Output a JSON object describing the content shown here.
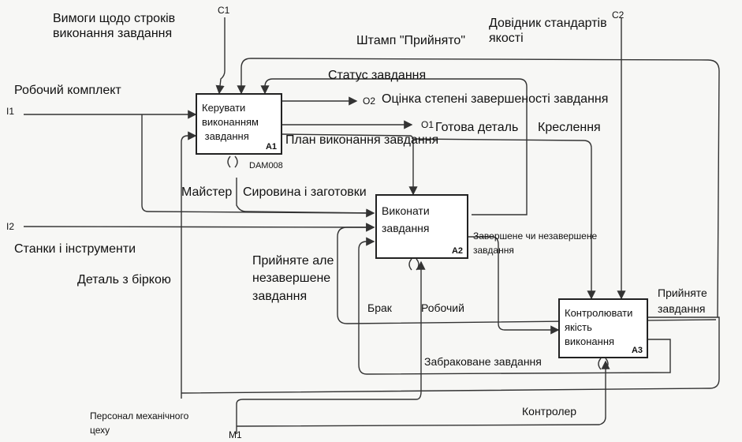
{
  "activities": [
    {
      "text": "Керувати\nвиконанням\n завдання",
      "id": "A1"
    },
    {
      "text": "Виконати\nзавдання",
      "id": "A2"
    },
    {
      "text": "Контролювати\nякість\nвиконання",
      "id": "A3"
    }
  ],
  "node_ref": "DAM008",
  "border_codes": {
    "c1": "C1",
    "c2": "C2",
    "i1": "I1",
    "i2": "I2",
    "o1": "O1",
    "o2": "O2",
    "m1": "M1"
  },
  "labels": {
    "vymohy": "Вимоги щодо строків\nвиконання завдання",
    "shtamp": "Штамп \"Прийнято\"",
    "dovidnyk": "Довідник стандартів\nякості",
    "robochyi_komplekt": "Робочий комплект",
    "status": "Статус завдання",
    "otsinka": "Оцінка степені завершеності завдання",
    "hotova": "Готова деталь",
    "kreslennia": "Креслення",
    "plan": "План виконання завдання",
    "maister": "Майстер",
    "syrovyna": "Сировина і заготовки",
    "verstaty": "Станки і інструменти",
    "zaversheno": "Завершене чи незавершене\nзавдання",
    "detal_birka": "Деталь з біркою",
    "pryiniate_ne": "Прийняте але\nнезавершене\nзавдання",
    "pryiniate": "Прийняте\nзавдання",
    "brak": "Брак",
    "robochyi": "Робочий",
    "zabrakovane": "Забраковане завдання",
    "personal": "Персонал механічного\nцеху",
    "kontroler": "Контролер"
  }
}
